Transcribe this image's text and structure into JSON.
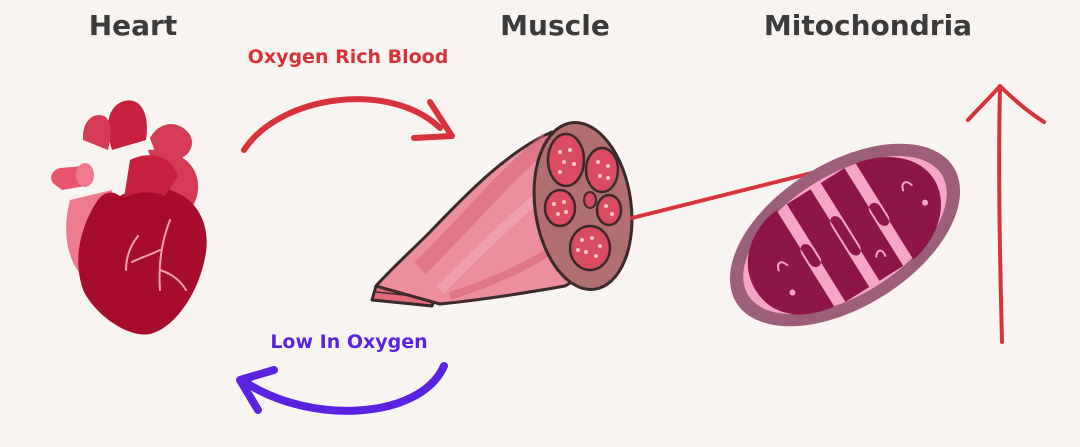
{
  "labels": {
    "heart": "Heart",
    "muscle": "Muscle",
    "mitochondria": "Mitochondria",
    "oxygen_rich": "Oxygen Rich Blood",
    "low_oxygen": "Low In Oxygen"
  },
  "colors": {
    "background": "#f8f4f1",
    "heading": "#3b3b3b",
    "oxygen_rich_arrow": "#d8323a",
    "low_oxygen_arrow": "#5b22e0",
    "heart_dark": "#a50d2a",
    "heart_light": "#e8566e",
    "muscle_pink": "#ec8e9c",
    "mito_outer": "#9c5f7a",
    "mito_inner": "#8e1547"
  }
}
